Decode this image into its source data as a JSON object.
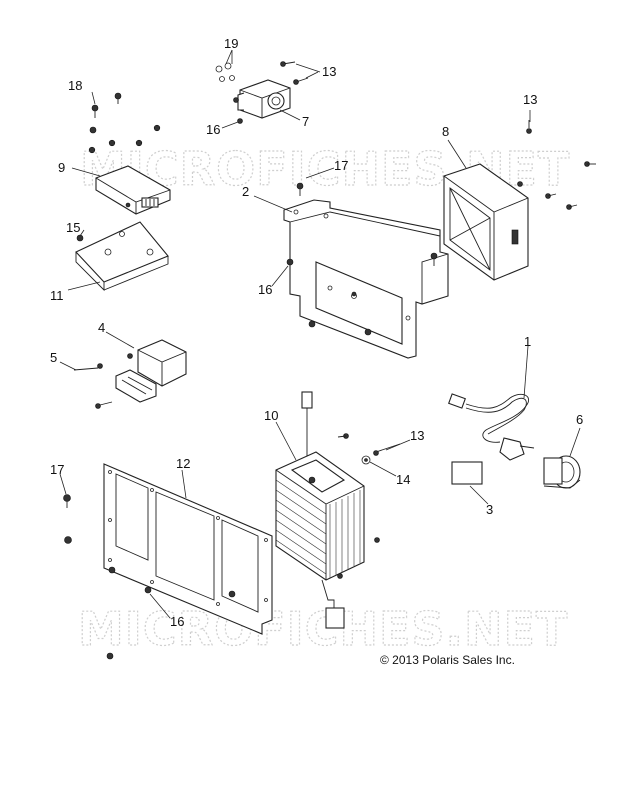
{
  "watermark": "MICROFICHES.NET",
  "copyright": "© 2013 Polaris Sales Inc.",
  "callouts": {
    "c1": "1",
    "c2": "2",
    "c3": "3",
    "c4": "4",
    "c5": "5",
    "c6": "6",
    "c7": "7",
    "c8": "8",
    "c9": "9",
    "c10": "10",
    "c11": "11",
    "c12": "12",
    "c13a": "13",
    "c13b": "13",
    "c13c": "13",
    "c14": "14",
    "c15": "15",
    "c16a": "16",
    "c16b": "16",
    "c16c": "16",
    "c17a": "17",
    "c17b": "17",
    "c18": "18",
    "c19": "19"
  }
}
